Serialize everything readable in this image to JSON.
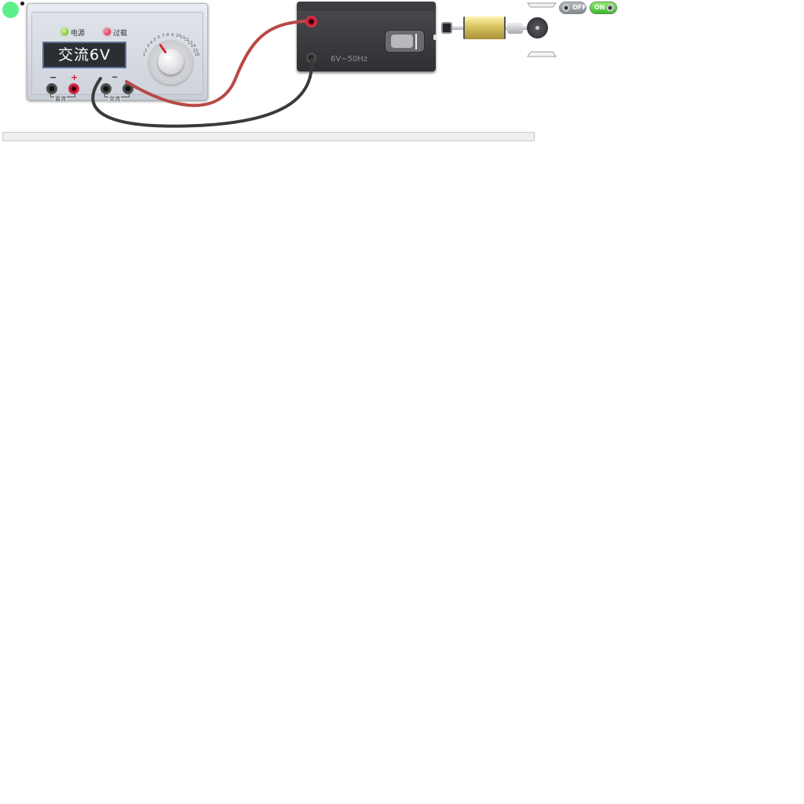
{
  "power_supply": {
    "power_label": "电源",
    "overload_label": "过载",
    "display_text": "交流6V",
    "dial_ticks": [
      "1",
      "2",
      "3",
      "4",
      "5",
      "6",
      "7",
      "8",
      "9",
      "10",
      "11",
      "12",
      "13",
      "14",
      "15",
      "16"
    ],
    "minus_sign": "−",
    "plus_sign": "+",
    "ac_sign": "~",
    "dc_label": "直流",
    "ac_label": "交流",
    "power_led_color": "#7ad12a",
    "overload_led_color": "#e2344f"
  },
  "timer": {
    "rating_label": "6V~50Hz"
  },
  "controls": {
    "off_label": "OFF",
    "on_label": "ON",
    "active": "ON"
  },
  "progress": {
    "value_percent": 0
  },
  "wires": {
    "red_color": "#b84a46",
    "black_color": "#3a3a3a"
  }
}
